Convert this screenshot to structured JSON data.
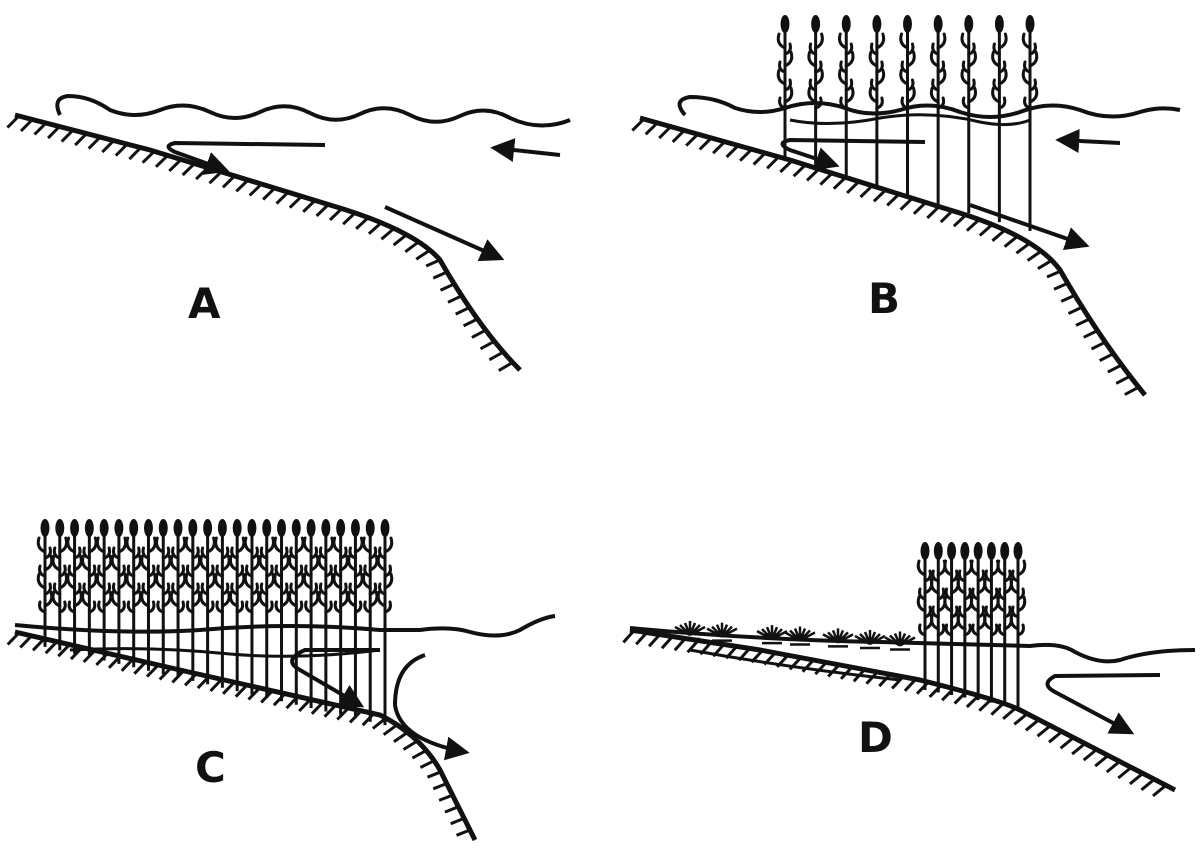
{
  "colors": {
    "ink": "#111111",
    "background": "#ffffff"
  },
  "panels": [
    {
      "id": "A",
      "label": "A",
      "vegetation": "none"
    },
    {
      "id": "B",
      "label": "B",
      "vegetation": "emergent-reeds-partial"
    },
    {
      "id": "C",
      "label": "C",
      "vegetation": "emergent-reeds-full"
    },
    {
      "id": "D",
      "label": "D",
      "vegetation": "reeds-and-low-plants"
    }
  ]
}
